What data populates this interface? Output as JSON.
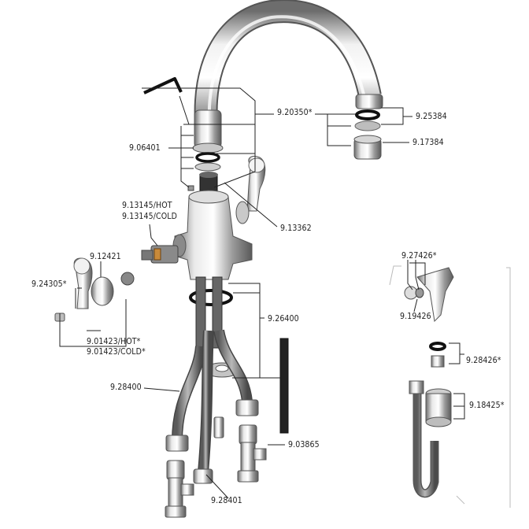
{
  "labels": {
    "p_920350": "9.20350*",
    "p_925384": "9.25384",
    "p_917384": "9.17384",
    "p_906401": "9.06401",
    "p_913145_hot": "9.13145/HOT",
    "p_913145_cold": "9.13145/COLD",
    "p_913362": "9.13362",
    "p_912421": "9.12421",
    "p_924305": "9.24305*",
    "p_901423_hot": "9.01423/HOT*",
    "p_901423_cold": "9.01423/COLD*",
    "p_926400": "9.26400",
    "p_928400": "9.28400",
    "p_903865": "9.03865",
    "p_928401": "9.28401",
    "p_927426": "9.27426*",
    "p_919426": "9.19426",
    "p_928426": "9.28426*",
    "p_918425": "9.18425*"
  }
}
